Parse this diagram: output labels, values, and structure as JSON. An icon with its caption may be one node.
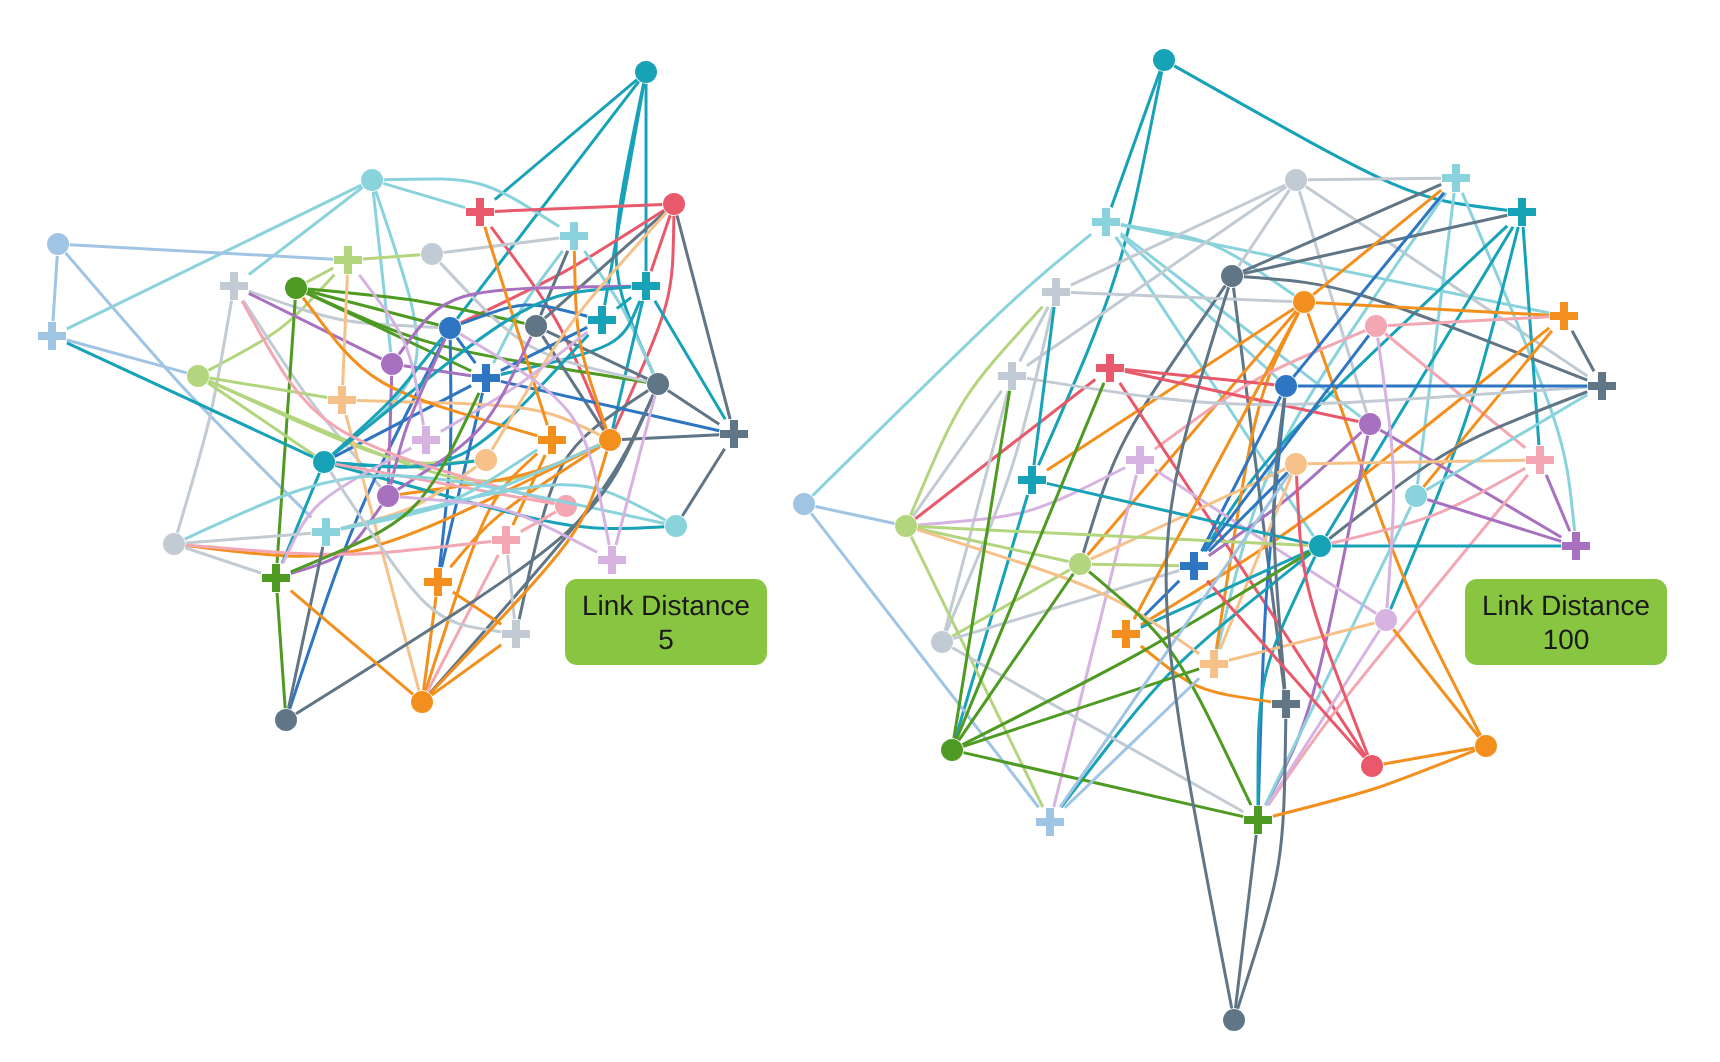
{
  "diagram": {
    "nodes": [
      {
        "text": [],
        "shape": "circle"
      },
      {
        "text": [],
        "shape": "circle"
      },
      {
        "text": [],
        "shape": "cross"
      },
      {
        "text": [],
        "shape": "circle"
      },
      {
        "text": [],
        "shape": "circle"
      },
      {
        "text": [],
        "shape": "cross"
      },
      {
        "text": [],
        "shape": "cross"
      },
      {
        "text": [],
        "shape": "cross"
      },
      {
        "text": [],
        "shape": "cross"
      },
      {
        "text": [],
        "shape": "circle"
      },
      {
        "text": [],
        "shape": "circle"
      },
      {
        "text": [],
        "shape": "cross"
      },
      {
        "text": [],
        "shape": "circle"
      },
      {
        "text": [],
        "shape": "circle"
      },
      {
        "text": [],
        "shape": "cross"
      },
      {
        "text": [],
        "shape": "circle"
      },
      {
        "text": [],
        "shape": "circle"
      },
      {
        "text": [],
        "shape": "cross"
      },
      {
        "text": [],
        "shape": "circle"
      },
      {
        "text": [],
        "shape": "cross"
      },
      {
        "text": [],
        "shape": "cross"
      },
      {
        "text": [],
        "shape": "cross"
      },
      {
        "text": [],
        "shape": "circle"
      },
      {
        "text": [],
        "shape": "circle"
      },
      {
        "text": [],
        "shape": "circle"
      },
      {
        "text": [],
        "shape": "cross"
      },
      {
        "text": [],
        "shape": "circle"
      },
      {
        "text": [],
        "shape": "circle"
      },
      {
        "text": [],
        "shape": "circle"
      },
      {
        "text": [],
        "shape": "cross"
      },
      {
        "text": [],
        "shape": "cross"
      },
      {
        "text": [],
        "shape": "circle"
      },
      {
        "text": [],
        "shape": "cross"
      },
      {
        "text": [],
        "shape": "cross"
      },
      {
        "text": [],
        "shape": "cross"
      },
      {
        "text": [],
        "shape": "circle"
      },
      {
        "text": [],
        "shape": "circle"
      },
      {
        "text": [],
        "shape": "cross"
      },
      {
        "text": [
          "Link Distance 5"
        ]
      },
      {
        "text": [],
        "shape": "circle"
      },
      {
        "text": [],
        "shape": "cross"
      },
      {
        "text": [],
        "shape": "circle"
      },
      {
        "text": [],
        "shape": "cross"
      },
      {
        "text": [],
        "shape": "cross"
      },
      {
        "text": [],
        "shape": "circle"
      },
      {
        "text": [],
        "shape": "cross"
      },
      {
        "text": [],
        "shape": "circle"
      },
      {
        "text": [],
        "shape": "circle"
      },
      {
        "text": [],
        "shape": "cross"
      },
      {
        "text": [],
        "shape": "cross"
      },
      {
        "text": [],
        "shape": "cross"
      },
      {
        "text": [],
        "shape": "circle"
      },
      {
        "text": [],
        "shape": "cross"
      },
      {
        "text": [],
        "shape": "circle"
      },
      {
        "text": [],
        "shape": "cross"
      },
      {
        "text": [],
        "shape": "circle"
      },
      {
        "text": [],
        "shape": "cross"
      },
      {
        "text": [],
        "shape": "cross"
      },
      {
        "text": [],
        "shape": "circle"
      },
      {
        "text": [],
        "shape": "circle"
      },
      {
        "text": [],
        "shape": "circle"
      },
      {
        "text": [],
        "shape": "circle"
      },
      {
        "text": [],
        "shape": "cross"
      },
      {
        "text": [],
        "shape": "circle"
      },
      {
        "text": [],
        "shape": "cross"
      },
      {
        "text": [],
        "shape": "circle"
      },
      {
        "text": [],
        "shape": "cross"
      },
      {
        "text": [],
        "shape": "cross"
      },
      {
        "text": [],
        "shape": "circle"
      },
      {
        "text": [],
        "shape": "cross"
      },
      {
        "text": [],
        "shape": "circle"
      },
      {
        "text": [],
        "shape": "circle"
      },
      {
        "text": [],
        "shape": "circle"
      },
      {
        "text": [],
        "shape": "cross"
      },
      {
        "text": [],
        "shape": "cross"
      },
      {
        "text": [],
        "shape": "circle"
      },
      {
        "text": [
          "Link Distance 100"
        ]
      }
    ],
    "edges": [
      {
        "from": 0,
        "to": 2,
        "arrow": "none",
        "color": "#17a2b8"
      },
      {
        "from": 0,
        "to": 14,
        "arrow": "none",
        "color": "#17a2b8"
      },
      {
        "from": 0,
        "to": 15,
        "arrow": "none",
        "color": "#17a2b8"
      },
      {
        "from": 0,
        "to": 6,
        "arrow": "none",
        "color": "#17a2b8"
      },
      {
        "from": 0,
        "to": 12,
        "arrow": "none",
        "color": "#17a2b8"
      },
      {
        "from": 1,
        "to": 11,
        "arrow": "none",
        "color": "#8ad3dd"
      },
      {
        "from": 1,
        "to": 5,
        "arrow": "none",
        "color": "#8ad3dd"
      },
      {
        "from": 1,
        "to": 2,
        "arrow": "none",
        "color": "#8ad3dd"
      },
      {
        "from": 1,
        "to": 8,
        "arrow": "none",
        "color": "#8ad3dd"
      },
      {
        "from": 1,
        "to": 23,
        "arrow": "none",
        "color": "#8ad3dd"
      },
      {
        "from": 1,
        "to": 16,
        "arrow": "none",
        "color": "#8ad3dd"
      },
      {
        "from": 2,
        "to": 3,
        "arrow": "none",
        "color": "#e8596b"
      },
      {
        "from": 2,
        "to": 22,
        "arrow": "none",
        "color": "#e8596b"
      },
      {
        "from": 3,
        "to": 22,
        "arrow": "none",
        "color": "#e8596b"
      },
      {
        "from": 3,
        "to": 6,
        "arrow": "none",
        "color": "#e8596b"
      },
      {
        "from": 3,
        "to": 12,
        "arrow": "none",
        "color": "#e8596b"
      },
      {
        "from": 4,
        "to": 11,
        "arrow": "none",
        "color": "#a0c4e4"
      },
      {
        "from": 4,
        "to": 7,
        "arrow": "none",
        "color": "#a0c4e4"
      },
      {
        "from": 4,
        "to": 30,
        "arrow": "none",
        "color": "#a0c4e4"
      },
      {
        "from": 5,
        "to": 15,
        "arrow": "none",
        "color": "#8ad3dd"
      },
      {
        "from": 5,
        "to": 17,
        "arrow": "none",
        "color": "#8ad3dd"
      },
      {
        "from": 6,
        "to": 17,
        "arrow": "none",
        "color": "#17a2b8"
      },
      {
        "from": 6,
        "to": 20,
        "arrow": "none",
        "color": "#17a2b8"
      },
      {
        "from": 6,
        "to": 22,
        "arrow": "none",
        "color": "#17a2b8"
      },
      {
        "from": 7,
        "to": 18,
        "arrow": "none",
        "color": "#b3d57e"
      },
      {
        "from": 7,
        "to": 9,
        "arrow": "none",
        "color": "#b3d57e"
      },
      {
        "from": 7,
        "to": 10,
        "arrow": "none",
        "color": "#b3d57e"
      },
      {
        "from": 8,
        "to": 31,
        "arrow": "none",
        "color": "#c2cbd3"
      },
      {
        "from": 8,
        "to": 12,
        "arrow": "none",
        "color": "#c2cbd3"
      },
      {
        "from": 8,
        "to": 26,
        "arrow": "none",
        "color": "#c2cbd3"
      },
      {
        "from": 9,
        "to": 32,
        "arrow": "none",
        "color": "#4e9a22"
      },
      {
        "from": 9,
        "to": 17,
        "arrow": "none",
        "color": "#4e9a22"
      },
      {
        "from": 9,
        "to": 15,
        "arrow": "none",
        "color": "#4e9a22"
      },
      {
        "from": 9,
        "to": 13,
        "arrow": "none",
        "color": "#4e9a22"
      },
      {
        "from": 9,
        "to": 12,
        "arrow": "none",
        "color": "#4e9a22"
      },
      {
        "from": 10,
        "to": 5,
        "arrow": "none",
        "color": "#c2cbd3"
      },
      {
        "from": 10,
        "to": 15,
        "arrow": "none",
        "color": "#c2cbd3"
      },
      {
        "from": 11,
        "to": 18,
        "arrow": "none",
        "color": "#a0c4e4"
      },
      {
        "from": 12,
        "to": 17,
        "arrow": "none",
        "color": "#2e75c2"
      },
      {
        "from": 12,
        "to": 14,
        "arrow": "none",
        "color": "#2e75c2"
      },
      {
        "from": 12,
        "to": 33,
        "arrow": "none",
        "color": "#2e75c2"
      },
      {
        "from": 12,
        "to": 35,
        "arrow": "none",
        "color": "#2e75c2"
      },
      {
        "from": 13,
        "to": 15,
        "arrow": "none",
        "color": "#607585"
      },
      {
        "from": 13,
        "to": 5,
        "arrow": "none",
        "color": "#607585"
      },
      {
        "from": 13,
        "to": 22,
        "arrow": "none",
        "color": "#607585"
      },
      {
        "from": 13,
        "to": 3,
        "arrow": "none",
        "color": "#607585"
      },
      {
        "from": 14,
        "to": 23,
        "arrow": "none",
        "color": "#17a2b8"
      },
      {
        "from": 14,
        "to": 6,
        "arrow": "none",
        "color": "#17a2b8"
      },
      {
        "from": 15,
        "to": 20,
        "arrow": "none",
        "color": "#607585"
      },
      {
        "from": 15,
        "to": 34,
        "arrow": "none",
        "color": "#607585"
      },
      {
        "from": 15,
        "to": 36,
        "arrow": "none",
        "color": "#607585"
      },
      {
        "from": 16,
        "to": 17,
        "arrow": "none",
        "color": "#a871c0"
      },
      {
        "from": 16,
        "to": 8,
        "arrow": "none",
        "color": "#a871c0"
      },
      {
        "from": 16,
        "to": 26,
        "arrow": "none",
        "color": "#a871c0"
      },
      {
        "from": 16,
        "to": 6,
        "arrow": "none",
        "color": "#a871c0"
      },
      {
        "from": 17,
        "to": 23,
        "arrow": "none",
        "color": "#2e75c2"
      },
      {
        "from": 17,
        "to": 20,
        "arrow": "none",
        "color": "#2e75c2"
      },
      {
        "from": 17,
        "to": 33,
        "arrow": "none",
        "color": "#2e75c2"
      },
      {
        "from": 17,
        "to": 14,
        "arrow": "none",
        "color": "#2e75c2"
      },
      {
        "from": 18,
        "to": 23,
        "arrow": "none",
        "color": "#b3d57e"
      },
      {
        "from": 18,
        "to": 19,
        "arrow": "none",
        "color": "#b3d57e"
      },
      {
        "from": 18,
        "to": 24,
        "arrow": "none",
        "color": "#b3d57e"
      },
      {
        "from": 18,
        "to": 22,
        "arrow": "none",
        "color": "#b3d57e"
      },
      {
        "from": 19,
        "to": 22,
        "arrow": "none",
        "color": "#f6c188"
      },
      {
        "from": 19,
        "to": 36,
        "arrow": "none",
        "color": "#f6c188"
      },
      {
        "from": 19,
        "to": 7,
        "arrow": "none",
        "color": "#f6c188"
      },
      {
        "from": 20,
        "to": 28,
        "arrow": "none",
        "color": "#607585"
      },
      {
        "from": 20,
        "to": 22,
        "arrow": "none",
        "color": "#607585"
      },
      {
        "from": 20,
        "to": 3,
        "arrow": "none",
        "color": "#607585"
      },
      {
        "from": 21,
        "to": 36,
        "arrow": "none",
        "color": "#f38f1c"
      },
      {
        "from": 21,
        "to": 2,
        "arrow": "none",
        "color": "#f38f1c"
      },
      {
        "from": 21,
        "to": 29,
        "arrow": "none",
        "color": "#f38f1c"
      },
      {
        "from": 21,
        "to": 9,
        "arrow": "none",
        "color": "#f38f1c"
      },
      {
        "from": 22,
        "to": 33,
        "arrow": "none",
        "color": "#f38f1c"
      },
      {
        "from": 22,
        "to": 5,
        "arrow": "none",
        "color": "#f38f1c"
      },
      {
        "from": 22,
        "to": 26,
        "arrow": "none",
        "color": "#f38f1c"
      },
      {
        "from": 22,
        "to": 31,
        "arrow": "none",
        "color": "#f38f1c"
      },
      {
        "from": 23,
        "to": 11,
        "arrow": "none",
        "color": "#17a2b8"
      },
      {
        "from": 23,
        "to": 32,
        "arrow": "none",
        "color": "#17a2b8"
      },
      {
        "from": 23,
        "to": 28,
        "arrow": "none",
        "color": "#17a2b8"
      },
      {
        "from": 23,
        "to": 6,
        "arrow": "none",
        "color": "#17a2b8"
      },
      {
        "from": 23,
        "to": 24,
        "arrow": "none",
        "color": "#17a2b8"
      },
      {
        "from": 23,
        "to": 12,
        "arrow": "none",
        "color": "#17a2b8"
      },
      {
        "from": 24,
        "to": 30,
        "arrow": "none",
        "color": "#f6c188"
      },
      {
        "from": 24,
        "to": 3,
        "arrow": "none",
        "color": "#f6c188"
      },
      {
        "from": 25,
        "to": 32,
        "arrow": "none",
        "color": "#d6b3e0"
      },
      {
        "from": 25,
        "to": 7,
        "arrow": "none",
        "color": "#d6b3e0"
      },
      {
        "from": 25,
        "to": 14,
        "arrow": "none",
        "color": "#d6b3e0"
      },
      {
        "from": 26,
        "to": 32,
        "arrow": "none",
        "color": "#a871c0"
      },
      {
        "from": 26,
        "to": 12,
        "arrow": "none",
        "color": "#a871c0"
      },
      {
        "from": 26,
        "to": 13,
        "arrow": "none",
        "color": "#a871c0"
      },
      {
        "from": 27,
        "to": 8,
        "arrow": "none",
        "color": "#f3a7b3"
      },
      {
        "from": 27,
        "to": 29,
        "arrow": "none",
        "color": "#f3a7b3"
      },
      {
        "from": 27,
        "to": 23,
        "arrow": "none",
        "color": "#f3a7b3"
      },
      {
        "from": 28,
        "to": 30,
        "arrow": "none",
        "color": "#8ad3dd"
      },
      {
        "from": 28,
        "to": 31,
        "arrow": "none",
        "color": "#8ad3dd"
      },
      {
        "from": 29,
        "to": 31,
        "arrow": "none",
        "color": "#f3a7b3"
      },
      {
        "from": 29,
        "to": 36,
        "arrow": "none",
        "color": "#f3a7b3"
      },
      {
        "from": 30,
        "to": 22,
        "arrow": "none",
        "color": "#8ad3dd"
      },
      {
        "from": 30,
        "to": 21,
        "arrow": "none",
        "color": "#8ad3dd"
      },
      {
        "from": 31,
        "to": 32,
        "arrow": "none",
        "color": "#c2cbd3"
      },
      {
        "from": 31,
        "to": 30,
        "arrow": "none",
        "color": "#c2cbd3"
      },
      {
        "from": 32,
        "to": 35,
        "arrow": "none",
        "color": "#4e9a22"
      },
      {
        "from": 32,
        "to": 17,
        "arrow": "none",
        "color": "#4e9a22"
      },
      {
        "from": 33,
        "to": 36,
        "arrow": "none",
        "color": "#f38f1c"
      },
      {
        "from": 33,
        "to": 34,
        "arrow": "none",
        "color": "#f38f1c"
      },
      {
        "from": 34,
        "to": 29,
        "arrow": "none",
        "color": "#c2cbd3"
      },
      {
        "from": 34,
        "to": 23,
        "arrow": "none",
        "color": "#c2cbd3"
      },
      {
        "from": 35,
        "to": 30,
        "arrow": "none",
        "color": "#607585"
      },
      {
        "from": 35,
        "to": 15,
        "arrow": "none",
        "color": "#607585"
      },
      {
        "from": 36,
        "to": 22,
        "arrow": "none",
        "color": "#f38f1c"
      },
      {
        "from": 36,
        "to": 34,
        "arrow": "none",
        "color": "#f38f1c"
      },
      {
        "from": 36,
        "to": 32,
        "arrow": "none",
        "color": "#f38f1c"
      },
      {
        "from": 37,
        "to": 26,
        "arrow": "none",
        "color": "#d6b3e0"
      },
      {
        "from": 37,
        "to": 12,
        "arrow": "none",
        "color": "#d6b3e0"
      },
      {
        "from": 37,
        "to": 15,
        "arrow": "none",
        "color": "#d6b3e0"
      },
      {
        "from": 39,
        "to": 40,
        "arrow": "none",
        "color": "#17a2b8"
      },
      {
        "from": 39,
        "to": 57,
        "arrow": "none",
        "color": "#17a2b8"
      },
      {
        "from": 39,
        "to": 43,
        "arrow": "none",
        "color": "#17a2b8"
      },
      {
        "from": 40,
        "to": 59,
        "arrow": "none",
        "color": "#8ad3dd"
      },
      {
        "from": 40,
        "to": 46,
        "arrow": "none",
        "color": "#8ad3dd"
      },
      {
        "from": 40,
        "to": 51,
        "arrow": "none",
        "color": "#8ad3dd"
      },
      {
        "from": 40,
        "to": 53,
        "arrow": "none",
        "color": "#8ad3dd"
      },
      {
        "from": 40,
        "to": 63,
        "arrow": "none",
        "color": "#8ad3dd"
      },
      {
        "from": 40,
        "to": 48,
        "arrow": "none",
        "color": "#8ad3dd"
      },
      {
        "from": 41,
        "to": 42,
        "arrow": "none",
        "color": "#c2cbd3"
      },
      {
        "from": 41,
        "to": 45,
        "arrow": "none",
        "color": "#c2cbd3"
      },
      {
        "from": 41,
        "to": 50,
        "arrow": "none",
        "color": "#c2cbd3"
      },
      {
        "from": 41,
        "to": 52,
        "arrow": "none",
        "color": "#c2cbd3"
      },
      {
        "from": 41,
        "to": 44,
        "arrow": "none",
        "color": "#c2cbd3"
      },
      {
        "from": 41,
        "to": 53,
        "arrow": "none",
        "color": "#c2cbd3"
      },
      {
        "from": 42,
        "to": 58,
        "arrow": "none",
        "color": "#8ad3dd"
      },
      {
        "from": 42,
        "to": 67,
        "arrow": "none",
        "color": "#8ad3dd"
      },
      {
        "from": 42,
        "to": 64,
        "arrow": "none",
        "color": "#8ad3dd"
      },
      {
        "from": 43,
        "to": 63,
        "arrow": "none",
        "color": "#17a2b8"
      },
      {
        "from": 43,
        "to": 68,
        "arrow": "none",
        "color": "#17a2b8"
      },
      {
        "from": 43,
        "to": 56,
        "arrow": "none",
        "color": "#17a2b8"
      },
      {
        "from": 43,
        "to": 62,
        "arrow": "none",
        "color": "#17a2b8"
      },
      {
        "from": 44,
        "to": 42,
        "arrow": "none",
        "color": "#607585"
      },
      {
        "from": 44,
        "to": 43,
        "arrow": "none",
        "color": "#607585"
      },
      {
        "from": 44,
        "to": 52,
        "arrow": "none",
        "color": "#607585"
      },
      {
        "from": 44,
        "to": 69,
        "arrow": "none",
        "color": "#607585"
      },
      {
        "from": 44,
        "to": 61,
        "arrow": "none",
        "color": "#607585"
      },
      {
        "from": 45,
        "to": 65,
        "arrow": "none",
        "color": "#c2cbd3"
      },
      {
        "from": 45,
        "to": 46,
        "arrow": "none",
        "color": "#c2cbd3"
      },
      {
        "from": 45,
        "to": 50,
        "arrow": "none",
        "color": "#c2cbd3"
      },
      {
        "from": 46,
        "to": 42,
        "arrow": "none",
        "color": "#f38f1c"
      },
      {
        "from": 46,
        "to": 48,
        "arrow": "none",
        "color": "#f38f1c"
      },
      {
        "from": 46,
        "to": 72,
        "arrow": "none",
        "color": "#f38f1c"
      },
      {
        "from": 46,
        "to": 57,
        "arrow": "none",
        "color": "#f38f1c"
      },
      {
        "from": 46,
        "to": 67,
        "arrow": "none",
        "color": "#f38f1c"
      },
      {
        "from": 46,
        "to": 61,
        "arrow": "none",
        "color": "#f38f1c"
      },
      {
        "from": 47,
        "to": 48,
        "arrow": "none",
        "color": "#f3a7b3"
      },
      {
        "from": 47,
        "to": 56,
        "arrow": "none",
        "color": "#f3a7b3"
      },
      {
        "from": 47,
        "to": 54,
        "arrow": "none",
        "color": "#f3a7b3"
      },
      {
        "from": 48,
        "to": 66,
        "arrow": "none",
        "color": "#f38f1c"
      },
      {
        "from": 48,
        "to": 58,
        "arrow": "none",
        "color": "#f38f1c"
      },
      {
        "from": 49,
        "to": 71,
        "arrow": "none",
        "color": "#e8596b"
      },
      {
        "from": 49,
        "to": 53,
        "arrow": "none",
        "color": "#e8596b"
      },
      {
        "from": 49,
        "to": 60,
        "arrow": "none",
        "color": "#e8596b"
      },
      {
        "from": 49,
        "to": 51,
        "arrow": "none",
        "color": "#e8596b"
      },
      {
        "from": 50,
        "to": 60,
        "arrow": "none",
        "color": "#c2cbd3"
      },
      {
        "from": 50,
        "to": 65,
        "arrow": "none",
        "color": "#c2cbd3"
      },
      {
        "from": 50,
        "to": 52,
        "arrow": "none",
        "color": "#c2cbd3"
      },
      {
        "from": 51,
        "to": 52,
        "arrow": "none",
        "color": "#2e75c2"
      },
      {
        "from": 51,
        "to": 62,
        "arrow": "none",
        "color": "#2e75c2"
      },
      {
        "from": 51,
        "to": 42,
        "arrow": "none",
        "color": "#2e75c2"
      },
      {
        "from": 51,
        "to": 73,
        "arrow": "none",
        "color": "#2e75c2"
      },
      {
        "from": 52,
        "to": 48,
        "arrow": "none",
        "color": "#607585"
      },
      {
        "from": 52,
        "to": 63,
        "arrow": "none",
        "color": "#607585"
      },
      {
        "from": 53,
        "to": 64,
        "arrow": "none",
        "color": "#a871c0"
      },
      {
        "from": 53,
        "to": 62,
        "arrow": "none",
        "color": "#a871c0"
      },
      {
        "from": 53,
        "to": 73,
        "arrow": "none",
        "color": "#a871c0"
      },
      {
        "from": 54,
        "to": 68,
        "arrow": "none",
        "color": "#d6b3e0"
      },
      {
        "from": 54,
        "to": 60,
        "arrow": "none",
        "color": "#d6b3e0"
      },
      {
        "from": 54,
        "to": 74,
        "arrow": "none",
        "color": "#d6b3e0"
      },
      {
        "from": 55,
        "to": 61,
        "arrow": "none",
        "color": "#f6c188"
      },
      {
        "from": 55,
        "to": 67,
        "arrow": "none",
        "color": "#f6c188"
      },
      {
        "from": 55,
        "to": 56,
        "arrow": "none",
        "color": "#f6c188"
      },
      {
        "from": 56,
        "to": 63,
        "arrow": "none",
        "color": "#f3a7b3"
      },
      {
        "from": 56,
        "to": 73,
        "arrow": "none",
        "color": "#f3a7b3"
      },
      {
        "from": 57,
        "to": 63,
        "arrow": "none",
        "color": "#17a2b8"
      },
      {
        "from": 57,
        "to": 70,
        "arrow": "none",
        "color": "#17a2b8"
      },
      {
        "from": 57,
        "to": 45,
        "arrow": "none",
        "color": "#17a2b8"
      },
      {
        "from": 58,
        "to": 73,
        "arrow": "none",
        "color": "#8ad3dd"
      },
      {
        "from": 58,
        "to": 52,
        "arrow": "none",
        "color": "#8ad3dd"
      },
      {
        "from": 59,
        "to": 60,
        "arrow": "none",
        "color": "#a0c4e4"
      },
      {
        "from": 59,
        "to": 74,
        "arrow": "none",
        "color": "#a0c4e4"
      },
      {
        "from": 60,
        "to": 61,
        "arrow": "none",
        "color": "#b3d57e"
      },
      {
        "from": 60,
        "to": 74,
        "arrow": "none",
        "color": "#b3d57e"
      },
      {
        "from": 60,
        "to": 45,
        "arrow": "none",
        "color": "#b3d57e"
      },
      {
        "from": 60,
        "to": 63,
        "arrow": "none",
        "color": "#b3d57e"
      },
      {
        "from": 61,
        "to": 62,
        "arrow": "none",
        "color": "#b3d57e"
      },
      {
        "from": 61,
        "to": 65,
        "arrow": "none",
        "color": "#b3d57e"
      },
      {
        "from": 62,
        "to": 47,
        "arrow": "none",
        "color": "#2e75c2"
      },
      {
        "from": 62,
        "to": 66,
        "arrow": "none",
        "color": "#2e75c2"
      },
      {
        "from": 62,
        "to": 55,
        "arrow": "none",
        "color": "#2e75c2"
      },
      {
        "from": 63,
        "to": 64,
        "arrow": "none",
        "color": "#17a2b8"
      },
      {
        "from": 63,
        "to": 66,
        "arrow": "none",
        "color": "#17a2b8"
      },
      {
        "from": 63,
        "to": 74,
        "arrow": "none",
        "color": "#17a2b8"
      },
      {
        "from": 63,
        "to": 73,
        "arrow": "none",
        "color": "#17a2b8"
      },
      {
        "from": 64,
        "to": 56,
        "arrow": "none",
        "color": "#a871c0"
      },
      {
        "from": 64,
        "to": 58,
        "arrow": "none",
        "color": "#a871c0"
      },
      {
        "from": 65,
        "to": 62,
        "arrow": "none",
        "color": "#c2cbd3"
      },
      {
        "from": 65,
        "to": 73,
        "arrow": "none",
        "color": "#c2cbd3"
      },
      {
        "from": 66,
        "to": 46,
        "arrow": "none",
        "color": "#f38f1c"
      },
      {
        "from": 66,
        "to": 69,
        "arrow": "none",
        "color": "#f38f1c"
      },
      {
        "from": 67,
        "to": 60,
        "arrow": "none",
        "color": "#f6c188"
      },
      {
        "from": 67,
        "to": 68,
        "arrow": "none",
        "color": "#f6c188"
      },
      {
        "from": 68,
        "to": 73,
        "arrow": "none",
        "color": "#d6b3e0"
      },
      {
        "from": 68,
        "to": 47,
        "arrow": "none",
        "color": "#d6b3e0"
      },
      {
        "from": 69,
        "to": 75,
        "arrow": "none",
        "color": "#607585"
      },
      {
        "from": 69,
        "to": 51,
        "arrow": "none",
        "color": "#607585"
      },
      {
        "from": 70,
        "to": 50,
        "arrow": "none",
        "color": "#4e9a22"
      },
      {
        "from": 70,
        "to": 49,
        "arrow": "none",
        "color": "#4e9a22"
      },
      {
        "from": 70,
        "to": 61,
        "arrow": "none",
        "color": "#4e9a22"
      },
      {
        "from": 70,
        "to": 67,
        "arrow": "none",
        "color": "#4e9a22"
      },
      {
        "from": 70,
        "to": 73,
        "arrow": "none",
        "color": "#4e9a22"
      },
      {
        "from": 70,
        "to": 63,
        "arrow": "none",
        "color": "#4e9a22"
      },
      {
        "from": 71,
        "to": 62,
        "arrow": "none",
        "color": "#e8596b"
      },
      {
        "from": 71,
        "to": 55,
        "arrow": "none",
        "color": "#e8596b"
      },
      {
        "from": 72,
        "to": 71,
        "arrow": "none",
        "color": "#f38f1c"
      },
      {
        "from": 72,
        "to": 73,
        "arrow": "none",
        "color": "#f38f1c"
      },
      {
        "from": 72,
        "to": 68,
        "arrow": "none",
        "color": "#f38f1c"
      },
      {
        "from": 73,
        "to": 61,
        "arrow": "none",
        "color": "#4e9a22"
      },
      {
        "from": 74,
        "to": 67,
        "arrow": "none",
        "color": "#a0c4e4"
      },
      {
        "from": 74,
        "to": 55,
        "arrow": "none",
        "color": "#a0c4e4"
      },
      {
        "from": 75,
        "to": 73,
        "arrow": "none",
        "color": "#607585"
      },
      {
        "from": 75,
        "to": 44,
        "arrow": "none",
        "color": "#607585"
      }
    ]
  }
}
